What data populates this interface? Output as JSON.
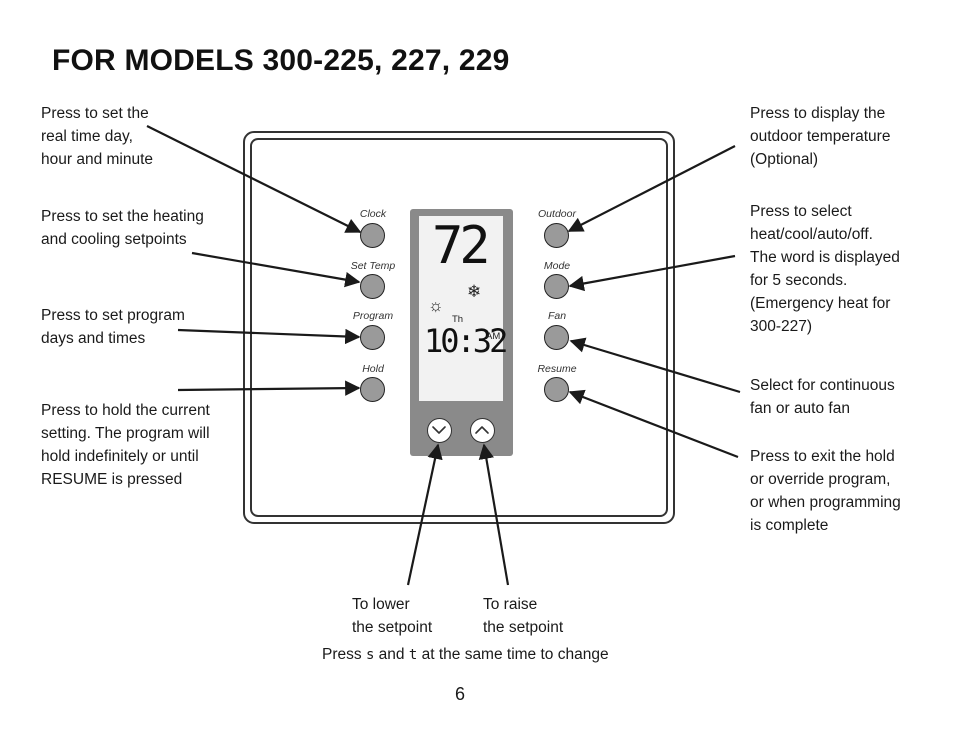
{
  "title": "FOR MODELS 300-225, 227, 229",
  "callouts": {
    "clock": [
      "Press to set the",
      "real time day,",
      "hour and minute"
    ],
    "set_temp": [
      "Press to set the heating",
      "and cooling setpoints"
    ],
    "program": [
      "Press to set program",
      "days and times"
    ],
    "hold": [
      "Press to hold the current",
      "setting. The program will",
      "hold indefinitely or until",
      "RESUME is pressed"
    ],
    "outdoor": [
      "Press to display the",
      "outdoor temperature",
      "(Optional)"
    ],
    "mode": [
      "Press to select",
      "heat/cool/auto/off.",
      "The word is displayed",
      "for 5 seconds.",
      "(Emergency heat for",
      "300-227)"
    ],
    "fan": [
      "Select for continuous",
      "fan or auto fan"
    ],
    "resume": [
      "Press to exit the hold",
      "or override program,",
      "or when programming",
      "is complete"
    ],
    "lower": [
      "To lower",
      "the setpoint"
    ],
    "raise": [
      "To raise",
      "the setpoint"
    ]
  },
  "buttons": {
    "clock": "Clock",
    "set_temp": "Set Temp",
    "program": "Program",
    "hold": "Hold",
    "outdoor": "Outdoor",
    "mode": "Mode",
    "fan": "Fan",
    "resume": "Resume"
  },
  "display": {
    "temperature": "72",
    "day": "Th",
    "time": "10:32",
    "ampm": "AM",
    "sun_icon": "☼",
    "snowflake_icon": "❄"
  },
  "note": {
    "prefix": "Press ",
    "down_symbol": "s",
    "middle": " and ",
    "up_symbol": "t",
    "suffix": " at the same time to change"
  },
  "page_number": "6"
}
